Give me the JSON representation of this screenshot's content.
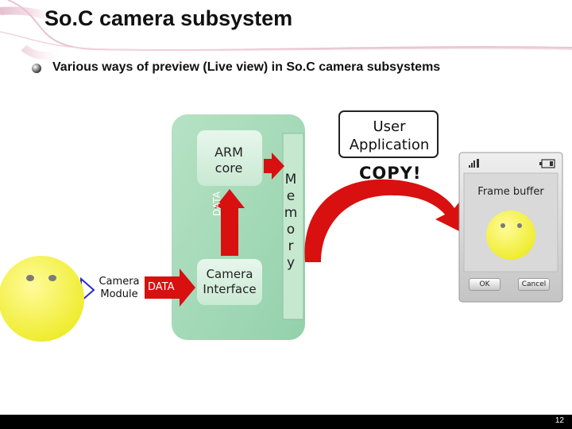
{
  "slide": {
    "title": "So.C camera subsystem",
    "subtitle": "Various ways of preview (Live view) in So.C camera subsystems",
    "page_number": "12"
  },
  "diagram": {
    "arm_core": "ARM\ncore",
    "camera_interface": "Camera\nInterface",
    "memory": "M\ne\nm\no\nr\ny",
    "user_application": "User\nApplication",
    "copy": "COPY!",
    "camera_module": "Camera\nModule",
    "data_horizontal": "DATA",
    "data_vertical": "DATA"
  },
  "phone": {
    "frame_buffer": "Frame buffer",
    "ok": "OK",
    "cancel": "Cancel"
  },
  "colors": {
    "soc_block": "#a9dcbd",
    "memory": "#c6e8cf",
    "arrow_red": "#d81010",
    "phone_screen": "#d9d9d9",
    "smiley": "#f7f53a",
    "camera_frame_arrow": "#2a2ad0"
  }
}
